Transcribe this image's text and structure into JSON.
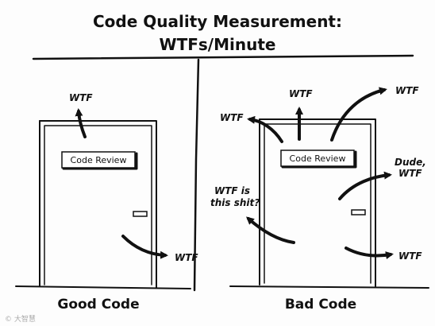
{
  "title": {
    "line1": "Code Quality Measurement:",
    "line2": "WTFs/Minute"
  },
  "panels": {
    "left": {
      "caption": "Good Code",
      "sign": "Code Review",
      "exclamations": [
        "WTF",
        "WTF"
      ]
    },
    "right": {
      "caption": "Bad Code",
      "sign": "Code Review",
      "exclamations": [
        "WTF",
        "WTF",
        "WTF",
        "Dude,",
        "WTF",
        "WTF is",
        "this shit?",
        "WTF"
      ]
    }
  },
  "watermark": "© 大智慧"
}
